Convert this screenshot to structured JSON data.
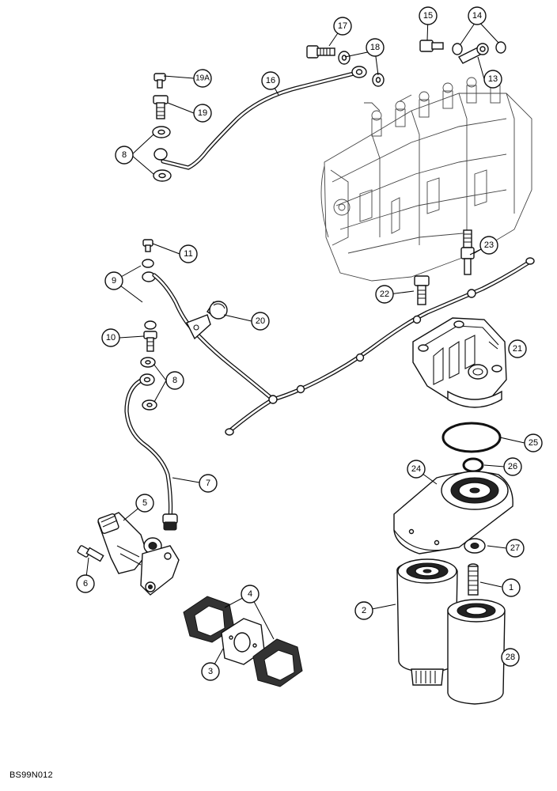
{
  "figure": {
    "reference_code": "BS99N012",
    "callouts": [
      "1",
      "2",
      "3",
      "4",
      "5",
      "6",
      "7",
      "8",
      "8",
      "9",
      "10",
      "11",
      "13",
      "14",
      "15",
      "16",
      "17",
      "18",
      "19",
      "19A",
      "20",
      "21",
      "22",
      "23",
      "24",
      "25",
      "26",
      "27",
      "28"
    ]
  },
  "colors": {
    "line": "#111111",
    "background": "#ffffff"
  }
}
